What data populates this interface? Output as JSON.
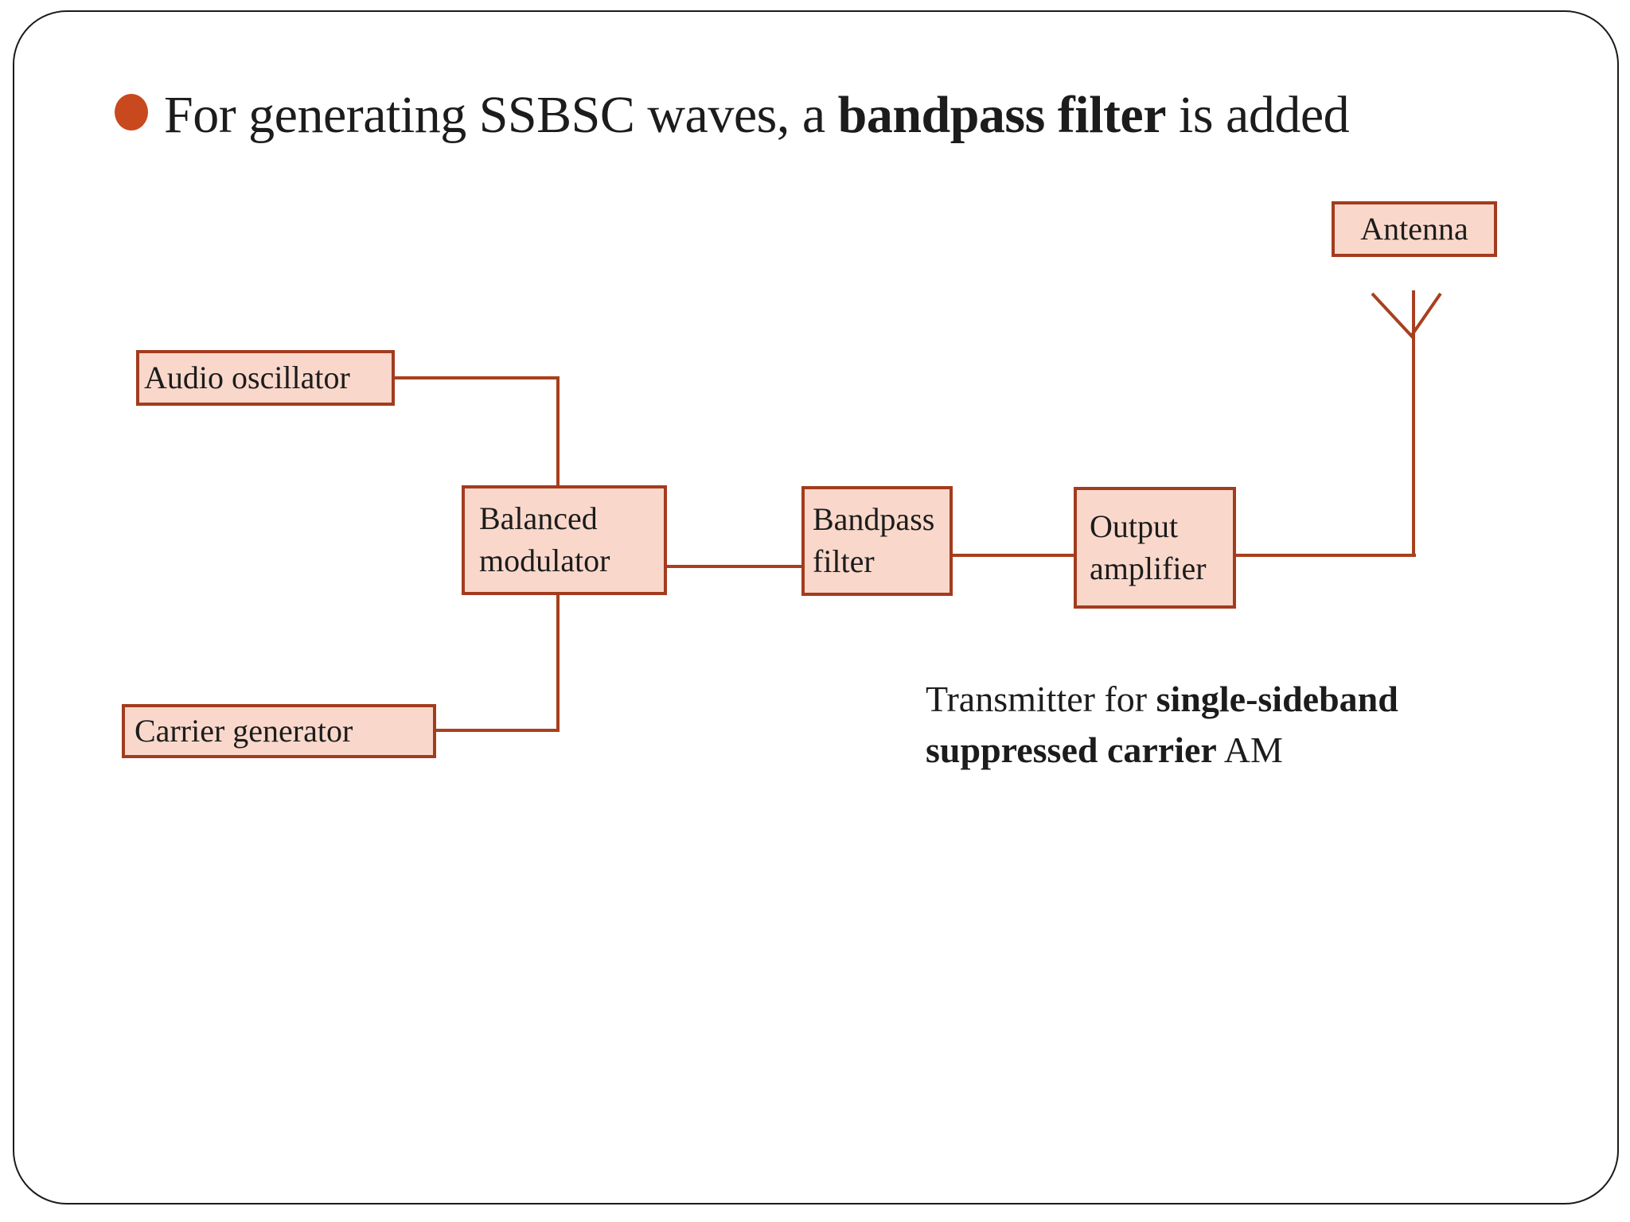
{
  "slide": {
    "title": {
      "prefix": "For generating SSBSC waves, a ",
      "bold": "bandpass filter",
      "suffix": " is added"
    },
    "caption": {
      "line1_regular": "Transmitter for ",
      "line1_bold": "single-sideband",
      "line2_bold": "suppressed carrier",
      "line2_regular": " AM"
    }
  },
  "diagram": {
    "boxes": {
      "antenna": {
        "label": "Antenna"
      },
      "audio_oscillator": {
        "label": "Audio oscillator"
      },
      "balanced_modulator": {
        "label": "Balanced modulator"
      },
      "bandpass_filter": {
        "label": "Bandpass filter"
      },
      "output_amplifier": {
        "label": "Output amplifier"
      },
      "carrier_generator": {
        "label": "Carrier generator"
      }
    },
    "icons": {
      "antenna_symbol": "antenna-icon"
    },
    "colors": {
      "box_fill": "#f9d8cb",
      "box_border": "#a23c1e",
      "connector": "#a8401e",
      "bullet": "#c8491d",
      "text": "#1c1c1c",
      "slide_border": "#1b1b1b"
    }
  }
}
